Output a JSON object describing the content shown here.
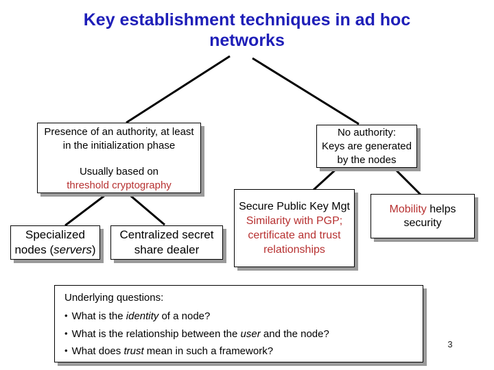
{
  "title": {
    "line1": "Key establishment techniques in ad hoc",
    "line2": "networks"
  },
  "colors": {
    "title_blue": "#1e1eb8",
    "accent_red": "#b73131",
    "shadow_gray": "#9a9a9a",
    "line_black": "#000000"
  },
  "boxes": {
    "presence": {
      "line1": "Presence of an authority, at least",
      "line2": "in the initialization phase",
      "line3": "Usually based on",
      "line4_red": "threshold cryptography"
    },
    "no_authority": {
      "line1": "No authority:",
      "line2": "Keys are generated",
      "line3": "by the nodes"
    },
    "specialized": {
      "line1": "Specialized",
      "line2_prefix": "nodes (",
      "line2_italic": "servers",
      "line2_suffix": ")"
    },
    "centralized": {
      "line1": "Centralized secret",
      "line2": "share dealer"
    },
    "secure": {
      "line1": "Secure Public Key Mgt",
      "line2_red": "Similarity with PGP;",
      "line3_red": "certificate and trust",
      "line4_red": "relationships"
    },
    "mobility": {
      "word_red": "Mobility",
      "rest": " helps",
      "line2": "security"
    },
    "questions": {
      "heading": "Underlying questions:",
      "bullet_char": "•",
      "q1_prefix": "What is the ",
      "q1_italic": "identity",
      "q1_suffix": " of a node?",
      "q2_prefix": "What is the relationship between the ",
      "q2_italic": "user",
      "q2_suffix": " and the node?",
      "q3_prefix": "What does ",
      "q3_italic": "trust",
      "q3_suffix": " mean in such a framework?"
    }
  },
  "page": {
    "number": "3"
  }
}
